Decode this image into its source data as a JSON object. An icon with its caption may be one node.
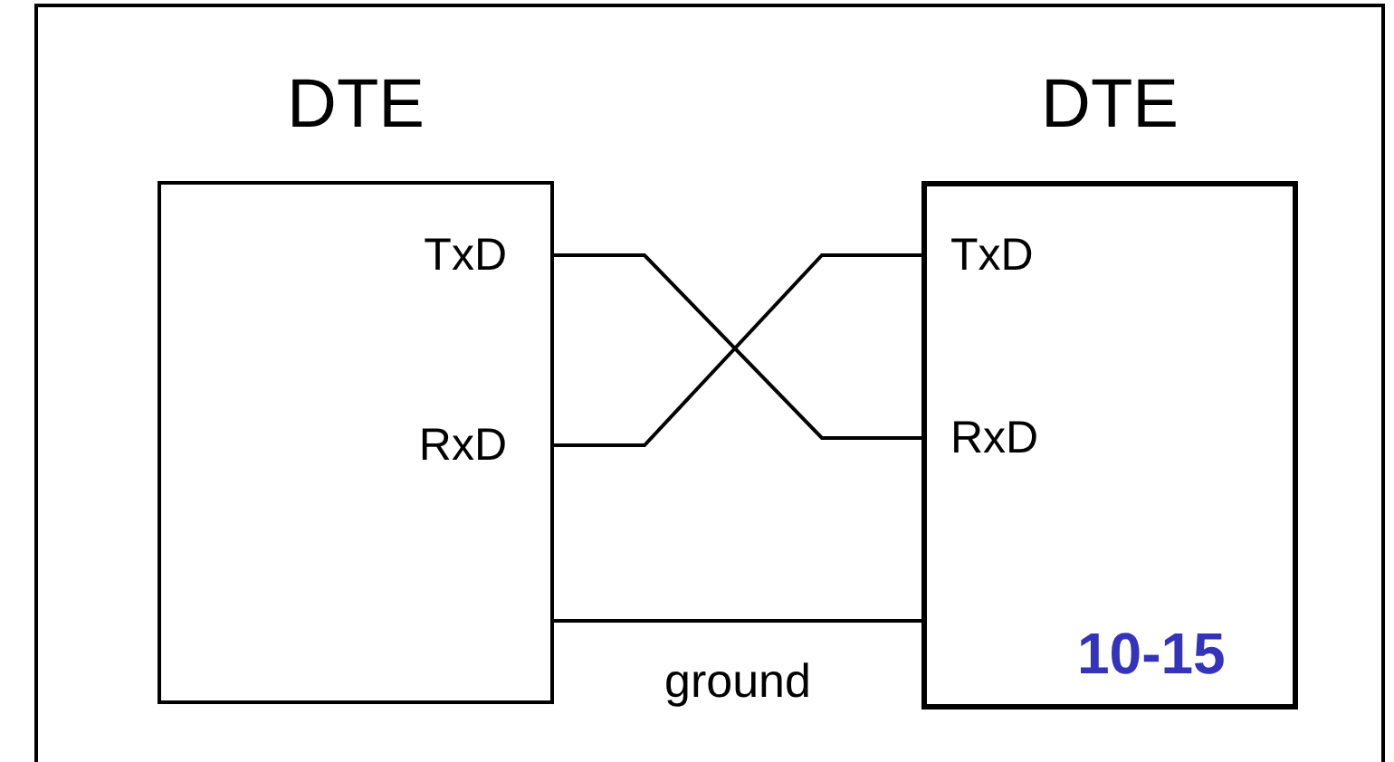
{
  "diagram": {
    "nodes": [
      {
        "text": [
          "DTE"
        ]
      },
      {
        "text": [
          "TxD"
        ],
        "in": 0
      },
      {
        "text": [
          "RxD"
        ],
        "in": 0
      },
      {
        "text": [
          "DTE"
        ]
      },
      {
        "text": [
          "TxD"
        ],
        "in": 3
      },
      {
        "text": [
          "RxD"
        ],
        "in": 3
      }
    ],
    "edges": [
      {
        "from": 1,
        "to": 5,
        "arrow": "none"
      },
      {
        "from": 2,
        "to": 4,
        "arrow": "none"
      },
      {
        "from": 0,
        "to": 3,
        "arrow": "none",
        "label": "ground"
      }
    ],
    "labels": [
      "10-15"
    ]
  }
}
